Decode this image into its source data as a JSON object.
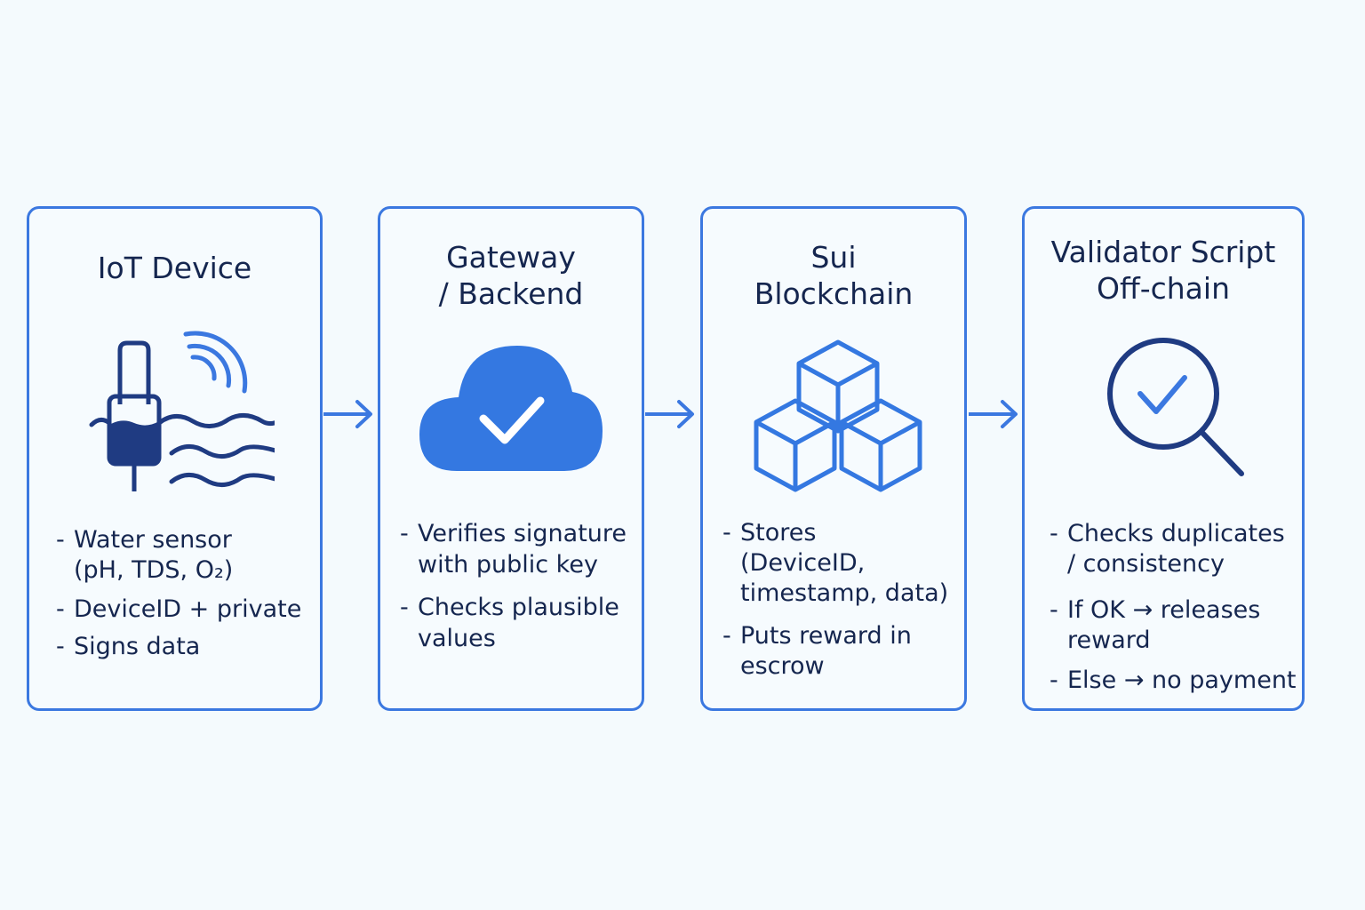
{
  "colors": {
    "background": "#f4fafd",
    "card_border": "#3b78e0",
    "text": "#15264f",
    "icon_dark": "#1f3b82",
    "icon_blue": "#3b78e0"
  },
  "cards": [
    {
      "title": "IoT Device",
      "icon": "water-sensor-icon",
      "bullets": [
        "Water sensor\n(pH, TDS, O₂)",
        "DeviceID + private",
        "Signs data"
      ]
    },
    {
      "title": "Gateway\n/ Backend",
      "icon": "cloud-check-icon",
      "bullets": [
        "Verifies signature\nwith public key",
        "Checks plausible\nvalues"
      ]
    },
    {
      "title": "Sui\nBlockchain",
      "icon": "blocks-icon",
      "bullets": [
        "Stores\n(DeviceID,\ntimestamp, data)",
        "Puts reward in\nescrow"
      ]
    },
    {
      "title": "Validator Script\nOff-chain",
      "icon": "magnifier-check-icon",
      "bullets": [
        "Checks duplicates\n/ consistency",
        "If OK → releases\nreward",
        "Else → no payment"
      ]
    }
  ]
}
